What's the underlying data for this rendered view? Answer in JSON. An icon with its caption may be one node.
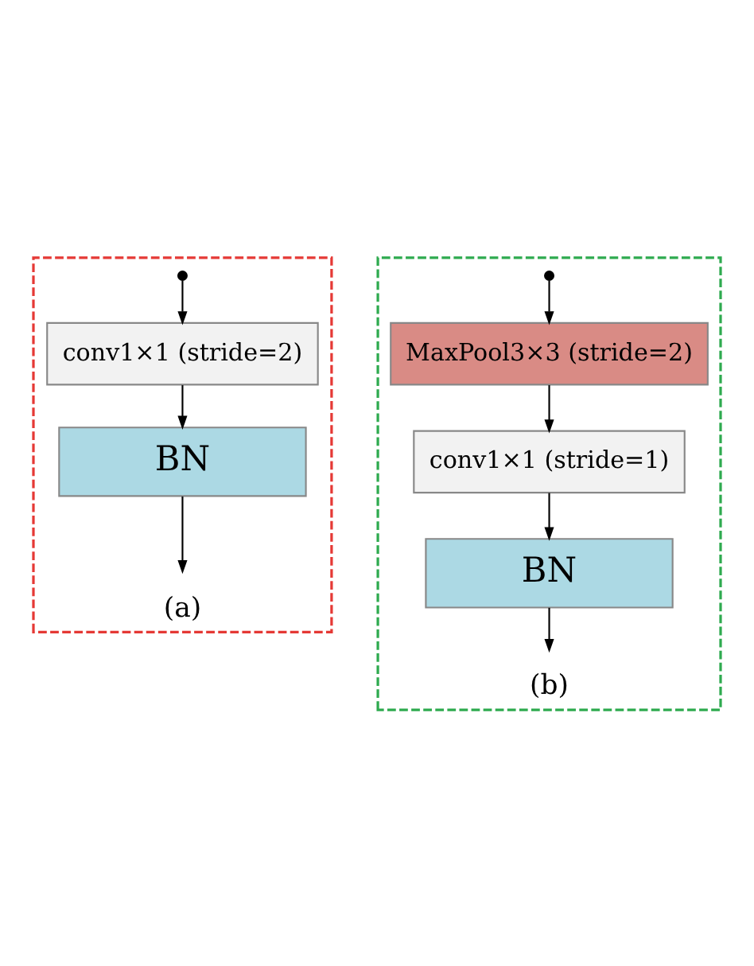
{
  "diagram": {
    "nodes": [
      {
        "text": [
          "(a)"
        ]
      },
      {
        "text": [],
        "shape": "circle",
        "in": 0
      },
      {
        "text": [
          "conv1×1 (stride=2)"
        ],
        "in": 0
      },
      {
        "text": [
          "BN"
        ],
        "in": 0
      },
      {
        "text": [
          "(b)"
        ]
      },
      {
        "text": [],
        "shape": "circle",
        "in": 4
      },
      {
        "text": [
          "MaxPool3×3 (stride=2)"
        ],
        "in": 4
      },
      {
        "text": [
          "conv1×1 (stride=1)"
        ],
        "in": 4
      },
      {
        "text": [
          "BN"
        ],
        "in": 4
      }
    ],
    "edges": [
      {
        "from": 1,
        "to": 2,
        "arrow": "to"
      },
      {
        "from": 2,
        "to": 3,
        "arrow": "to"
      },
      {
        "from": 3,
        "to": null,
        "arrow": "to"
      },
      {
        "from": 5,
        "to": 6,
        "arrow": "to"
      },
      {
        "from": 6,
        "to": 7,
        "arrow": "to"
      },
      {
        "from": 7,
        "to": 8,
        "arrow": "to"
      },
      {
        "from": 8,
        "to": null,
        "arrow": "to"
      }
    ]
  }
}
